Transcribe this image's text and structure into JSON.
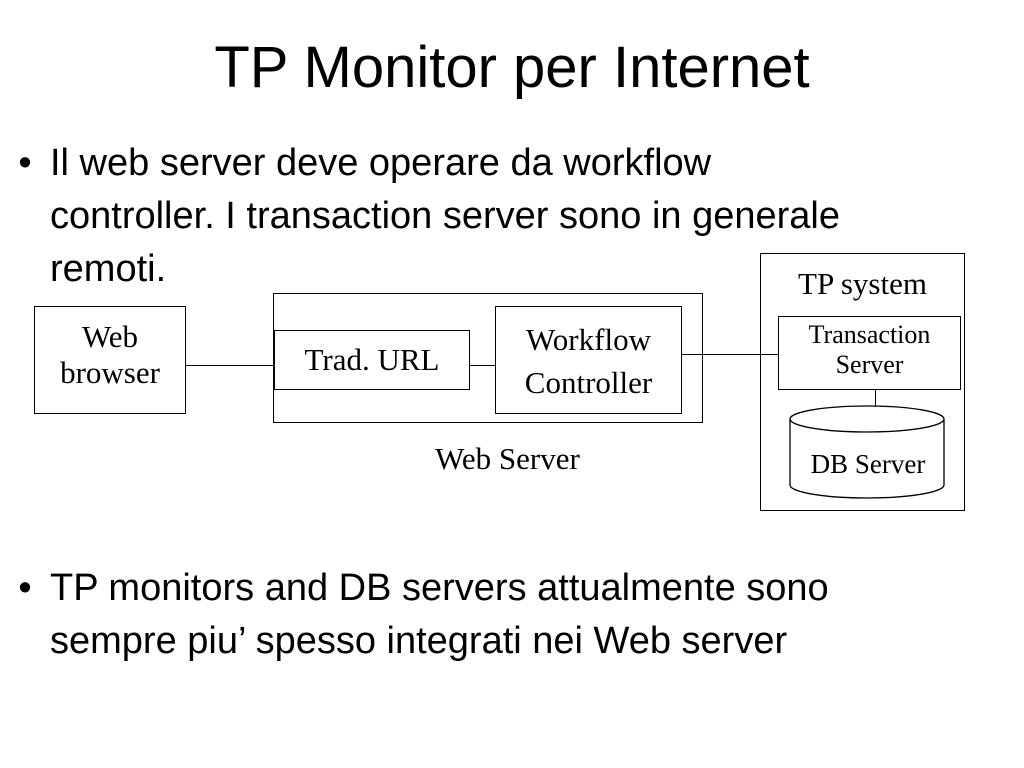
{
  "slide": {
    "title": "TP Monitor per Internet",
    "bullets": [
      {
        "mark": "•",
        "lines": [
          "Il web server deve operare da workflow",
          "controller. I transaction server sono in generale",
          "remoti."
        ]
      },
      {
        "mark": "•",
        "lines": [
          "TP monitors and DB servers attualmente sono",
          "sempre piu’ spesso integrati nei Web server"
        ]
      }
    ]
  },
  "diagram": {
    "web_browser": [
      "Web",
      "browser"
    ],
    "web_server_label": "Web Server",
    "trad_url": "Trad. URL",
    "workflow_controller": [
      "Workflow",
      "Controller"
    ],
    "tp_system_label": "TP system",
    "transaction_server": [
      "Transaction",
      "Server"
    ],
    "db_server": "DB Server"
  }
}
